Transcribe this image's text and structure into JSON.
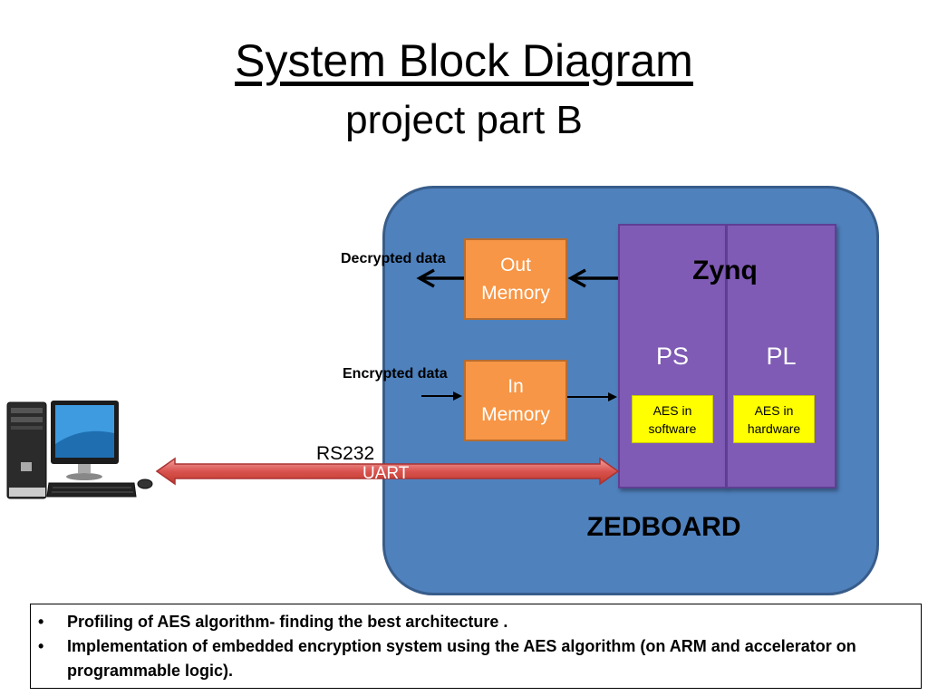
{
  "title": "System Block Diagram",
  "subtitle": "project part B",
  "board": {
    "label": "ZEDBOARD",
    "color": "#4f81bd"
  },
  "zynq": {
    "label": "Zynq",
    "ps": {
      "label": "PS",
      "aes_line1": "AES in",
      "aes_line2": "software"
    },
    "pl": {
      "label": "PL",
      "aes_line1": "AES in",
      "aes_line2": "hardware"
    }
  },
  "out_memory": {
    "line1": "Out",
    "line2": "Memory"
  },
  "in_memory": {
    "line1": "In",
    "line2": "Memory"
  },
  "labels": {
    "decrypted": "Decrypted data",
    "encrypted": "Encrypted data",
    "rs232": "RS232",
    "uart": "UART"
  },
  "icons": {
    "computer": "desktop-computer-icon"
  },
  "bullets": [
    "Profiling of AES algorithm- finding the best architecture .",
    "Implementation of embedded encryption system using the AES algorithm (on ARM and accelerator on programmable logic)."
  ]
}
